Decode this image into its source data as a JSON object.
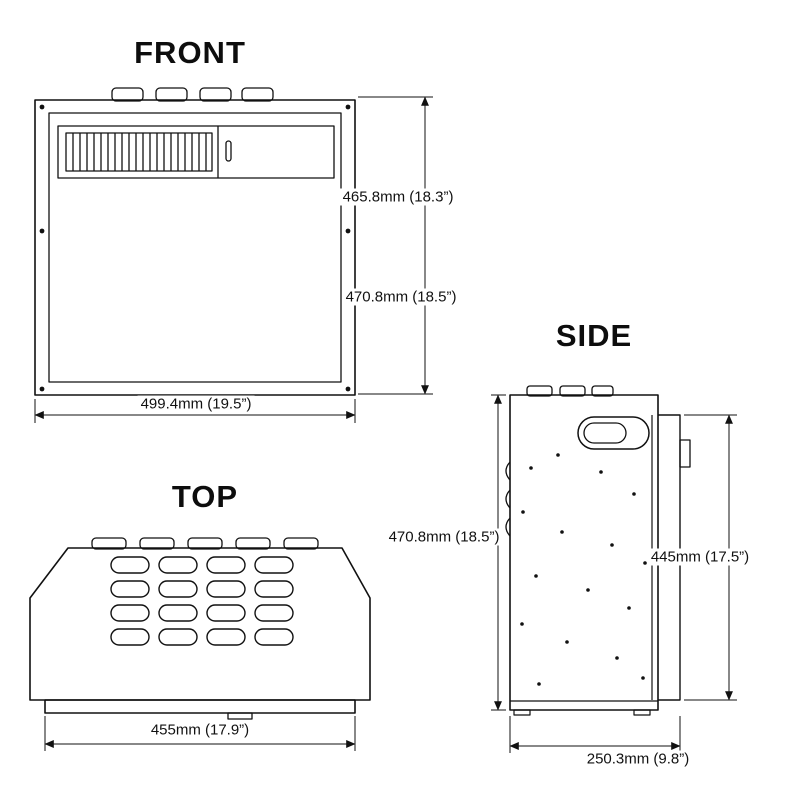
{
  "page": {
    "background": "#ffffff",
    "line_color": "#111111"
  },
  "views": {
    "front": {
      "title": "FRONT",
      "dims": {
        "inner_height": "465.8mm (18.3”)",
        "total_height": "470.8mm (18.5”)",
        "width": "499.4mm (19.5”)"
      }
    },
    "top": {
      "title": "TOP",
      "dims": {
        "width": "455mm (17.9”)"
      }
    },
    "side": {
      "title": "SIDE",
      "dims": {
        "front_height": "470.8mm (18.5”)",
        "back_height": "445mm (17.5”)",
        "depth": "250.3mm (9.8”)"
      }
    }
  }
}
